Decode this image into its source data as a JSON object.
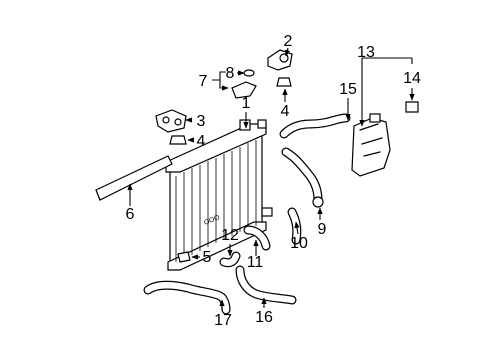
{
  "diagram": {
    "callouts": [
      "1",
      "2",
      "3",
      "4",
      "4",
      "5",
      "6",
      "7",
      "8",
      "9",
      "10",
      "11",
      "12",
      "13",
      "14",
      "15",
      "16",
      "17"
    ]
  }
}
